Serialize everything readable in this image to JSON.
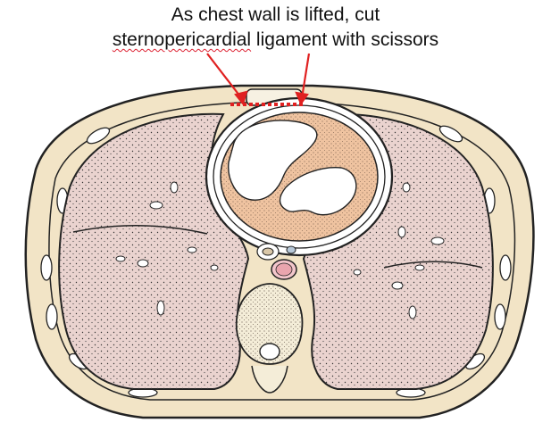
{
  "caption": {
    "line1": "As chest wall is lifted, cut",
    "line2_word1": "sternopericardial",
    "line2_rest": " ligament with scissors"
  },
  "colors": {
    "annotation": "#e02020",
    "lung": "#ead3cf",
    "heart": "#efc3a0",
    "chest_wall": "#f2e4c6",
    "outline": "#222222"
  },
  "icons": [
    "arrow-left",
    "arrow-right",
    "dashed-cut-line"
  ]
}
